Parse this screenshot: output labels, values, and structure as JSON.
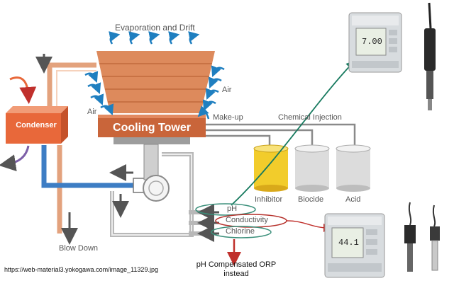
{
  "labels": {
    "evaporation": "Evaporation and Drift",
    "air_right": "Air",
    "air_left": "Air",
    "makeup": "Make-up",
    "chemical_injection": "Chemical Injection",
    "cooling_tower": "Cooling Tower",
    "condenser": "Condenser",
    "blow_down": "Blow Down",
    "inhibitor": "Inhibitor",
    "biocide": "Biocide",
    "acid": "Acid",
    "ph": "pH",
    "conductivity": "Conductivity",
    "chlorine": "Chlorine",
    "note": "pH Compensated ORP\ninstead",
    "source": "https://web-material3.yokogawa.com/image_11329.jpg"
  },
  "meters": {
    "top_value": "7.00",
    "bottom_value": "44.1"
  },
  "colors": {
    "tower": "#e08a5a",
    "pipe_hot": "#e3a27d",
    "pipe_cold": "#3d7dc4",
    "condenser": "#e8683a",
    "inhibitor": "#f2cc2b",
    "tank_grey": "#d9d9d9",
    "teal_arrow": "#177a5f",
    "red_mark": "#c0302c",
    "air_arrow": "#1f7fc0"
  }
}
